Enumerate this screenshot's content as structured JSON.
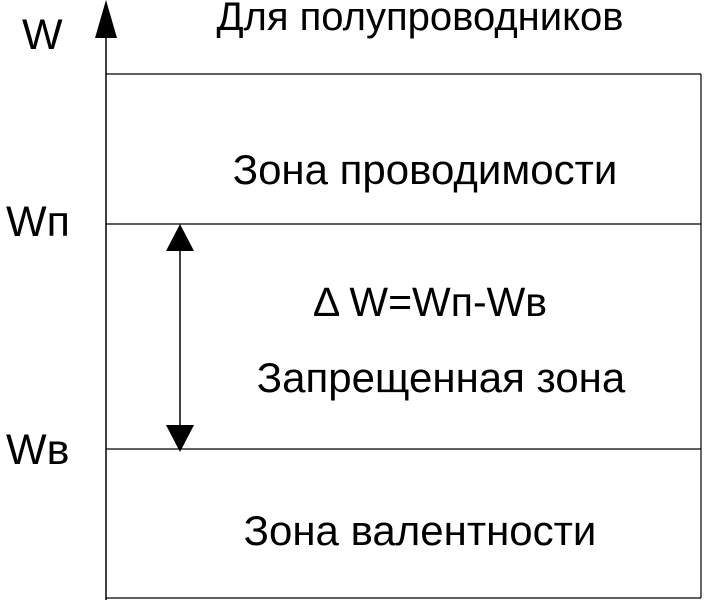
{
  "title": "Для полупроводников",
  "axis": {
    "label": "W"
  },
  "levels": {
    "conduction_edge": "Wп",
    "valence_edge": "Wв"
  },
  "zones": {
    "conduction": "Зона проводимости",
    "forbidden": "Запрещенная зона",
    "valence": "Зона валентности"
  },
  "gap_formula": "Δ W=Wп-Wв",
  "colors": {
    "line": "#000000",
    "background": "#ffffff"
  }
}
